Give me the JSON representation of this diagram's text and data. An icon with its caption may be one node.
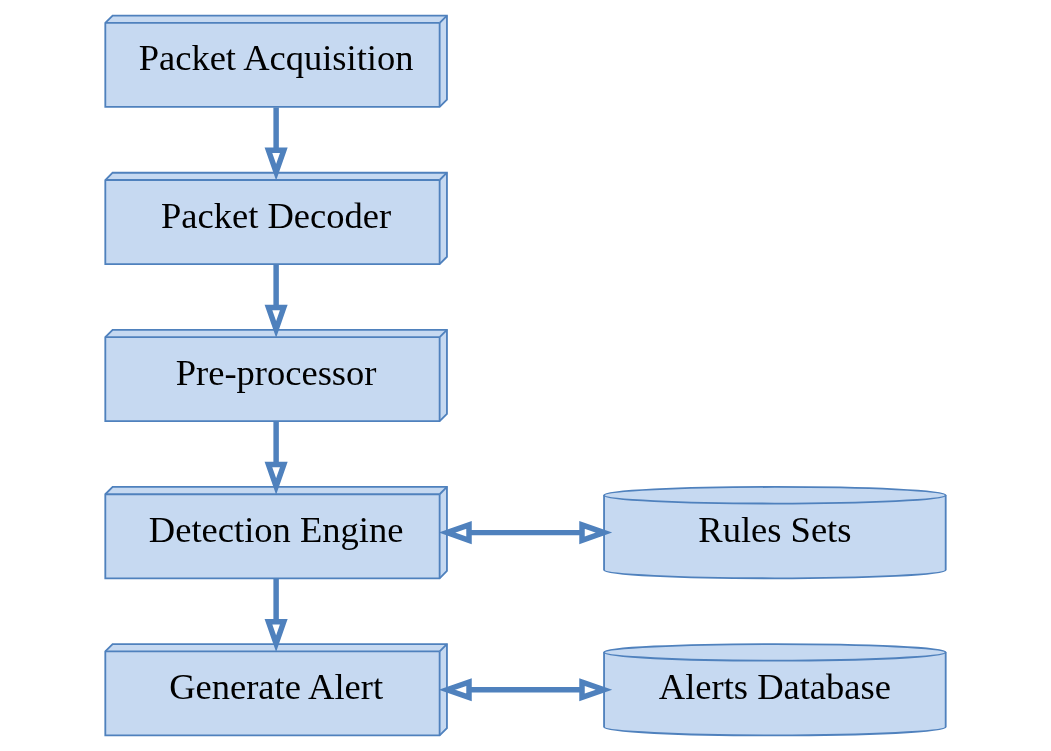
{
  "diagram": {
    "nodes": [
      {
        "text": [
          "Packet Acquisition"
        ]
      },
      {
        "text": [
          "Packet Decoder"
        ]
      },
      {
        "text": [
          "Pre-processor"
        ]
      },
      {
        "text": [
          "Detection Engine"
        ]
      },
      {
        "text": [
          "Rules Sets"
        ]
      },
      {
        "text": [
          "Generate Alert"
        ]
      },
      {
        "text": [
          "Alerts Database"
        ]
      }
    ],
    "edges": [
      {
        "from": 0,
        "to": 1,
        "arrow": "to"
      },
      {
        "from": 1,
        "to": 2,
        "arrow": "to"
      },
      {
        "from": 2,
        "to": 3,
        "arrow": "to"
      },
      {
        "from": 3,
        "to": 4,
        "arrow": "both"
      },
      {
        "from": 3,
        "to": 5,
        "arrow": "to"
      },
      {
        "from": 5,
        "to": 6,
        "arrow": "both"
      }
    ]
  }
}
